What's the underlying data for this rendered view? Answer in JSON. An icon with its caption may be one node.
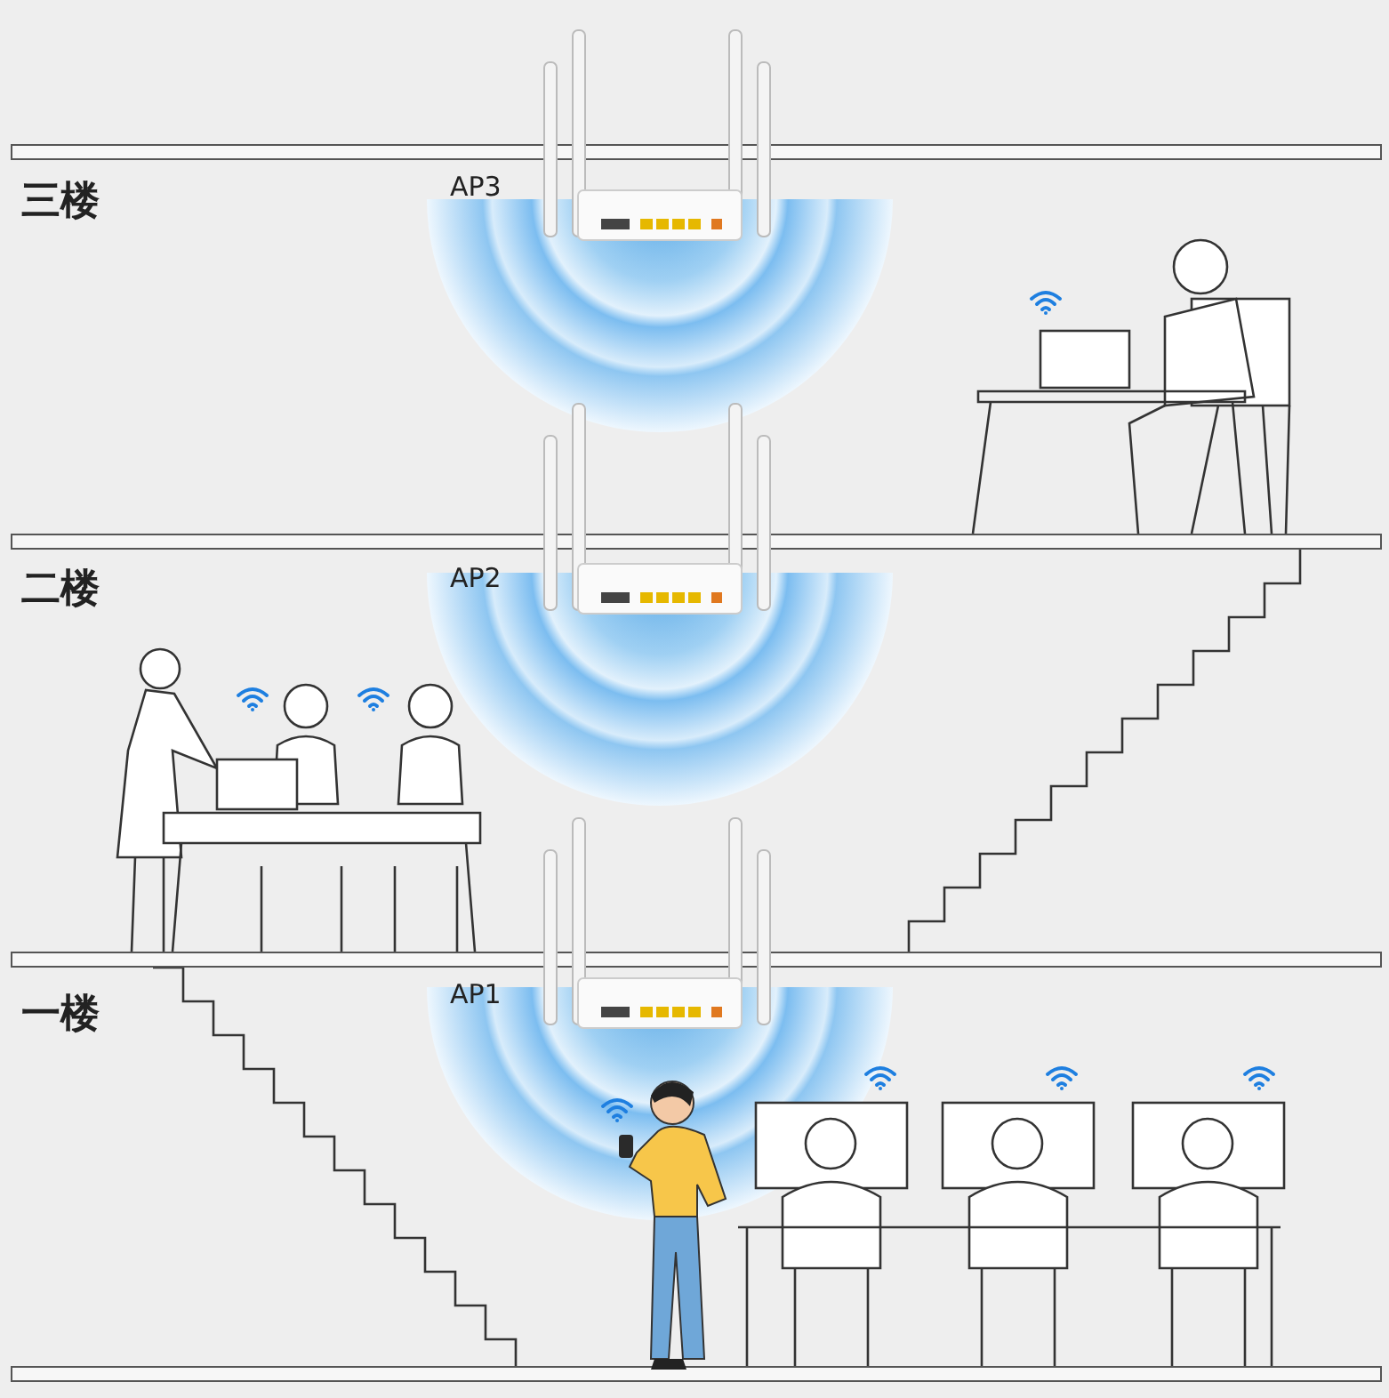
{
  "diagram": {
    "labels": [
      "三楼",
      "AP3",
      "二楼",
      "AP2",
      "一楼",
      "AP1"
    ]
  }
}
